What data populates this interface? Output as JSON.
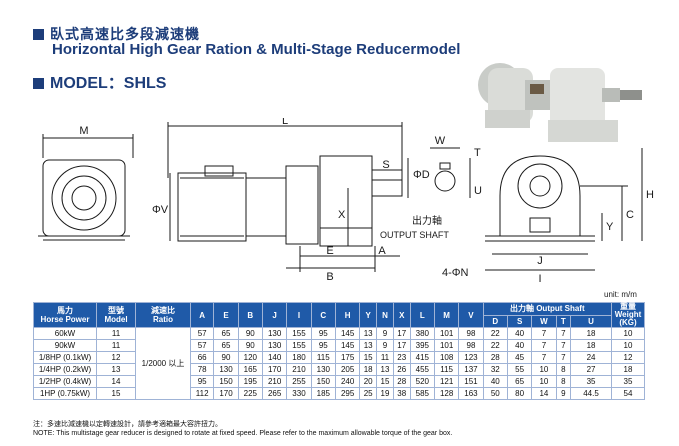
{
  "header": {
    "title_zh": "臥式高速比多段減速機",
    "title_en": "Horizontal High Gear Ration & Multi-Stage Reducermodel",
    "model_label": "MODEL：SHLS"
  },
  "drawing": {
    "labels": {
      "M": "M",
      "L": "L",
      "S": "S",
      "D": "ΦD",
      "V": "ΦV",
      "X": "X",
      "E": "E",
      "B": "B",
      "A": "A",
      "W": "W",
      "T": "T",
      "U": "U",
      "H": "H",
      "C": "C",
      "Y": "Y",
      "J": "J",
      "I": "I",
      "N": "4-ΦN",
      "output_shaft_zh": "出力軸",
      "output_shaft_en": "OUTPUT SHAFT"
    }
  },
  "unit": "unit: m/m",
  "table": {
    "headers": {
      "hp": "馬力\nHorse Power",
      "model": "型號\nModel",
      "ratio": "減速比\nRatio",
      "dims": [
        "A",
        "E",
        "B",
        "J",
        "I",
        "C",
        "H",
        "Y",
        "N",
        "X",
        "L",
        "M",
        "V"
      ],
      "output_shaft": "出力軸 Output Shaft",
      "shaft_cols": [
        "D",
        "S",
        "W",
        "T",
        "U"
      ],
      "weight": "重量\nWeight\n(KG)"
    },
    "ratio_value": "1/2000 以上",
    "rows": [
      {
        "hp": "60kW",
        "model": "11",
        "vals": [
          "57",
          "65",
          "90",
          "130",
          "155",
          "95",
          "145",
          "13",
          "9",
          "17",
          "380",
          "101",
          "98",
          "22",
          "40",
          "7",
          "7",
          "18",
          "10"
        ]
      },
      {
        "hp": "90kW",
        "model": "11",
        "vals": [
          "57",
          "65",
          "90",
          "130",
          "155",
          "95",
          "145",
          "13",
          "9",
          "17",
          "395",
          "101",
          "98",
          "22",
          "40",
          "7",
          "7",
          "18",
          "10"
        ]
      },
      {
        "hp": "1/8HP (0.1kW)",
        "model": "12",
        "vals": [
          "66",
          "90",
          "120",
          "140",
          "180",
          "115",
          "175",
          "15",
          "11",
          "23",
          "415",
          "108",
          "123",
          "28",
          "45",
          "7",
          "7",
          "24",
          "12"
        ]
      },
      {
        "hp": "1/4HP (0.2kW)",
        "model": "13",
        "vals": [
          "78",
          "130",
          "165",
          "170",
          "210",
          "130",
          "205",
          "18",
          "13",
          "26",
          "455",
          "115",
          "137",
          "32",
          "55",
          "10",
          "8",
          "27",
          "18"
        ]
      },
      {
        "hp": "1/2HP (0.4kW)",
        "model": "14",
        "vals": [
          "95",
          "150",
          "195",
          "210",
          "255",
          "150",
          "240",
          "20",
          "15",
          "28",
          "520",
          "121",
          "151",
          "40",
          "65",
          "10",
          "8",
          "35",
          "35"
        ]
      },
      {
        "hp": "1HP (0.75kW)",
        "model": "15",
        "vals": [
          "112",
          "170",
          "225",
          "265",
          "330",
          "185",
          "295",
          "25",
          "19",
          "38",
          "585",
          "128",
          "163",
          "50",
          "80",
          "14",
          "9",
          "44.5",
          "54"
        ]
      }
    ]
  },
  "note": {
    "zh": "注：多速比減速機以定轉速設計，請參考適箱最大容許扭力。",
    "en": "NOTE: This multistage gear reducer is designed to rotate at fixed speed.  Please refer to the maximum allowable torque of the gear box."
  }
}
